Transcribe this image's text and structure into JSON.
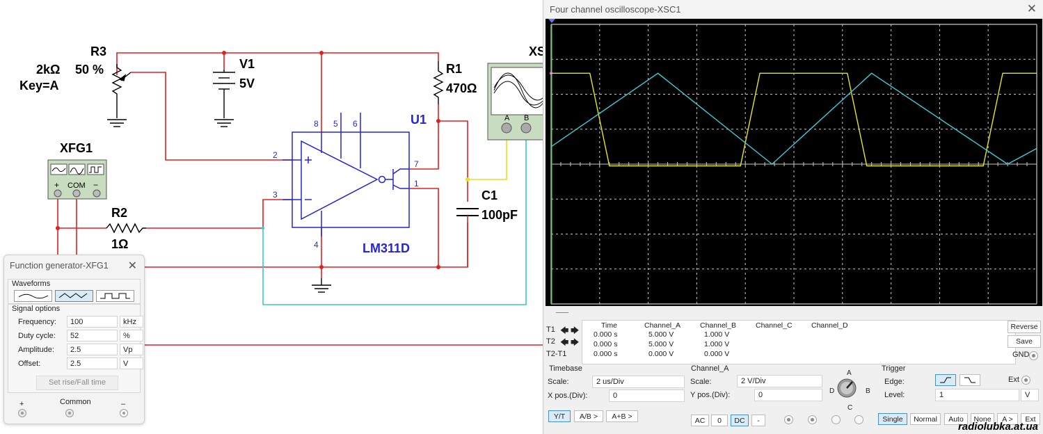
{
  "schematic": {
    "r3": {
      "ref": "R3",
      "value": "2kΩ",
      "setting": "50 %",
      "key": "Key=A"
    },
    "v1": {
      "ref": "V1",
      "value": "5V"
    },
    "r1": {
      "ref": "R1",
      "value": "470Ω"
    },
    "u1": {
      "ref": "U1",
      "part": "LM311D",
      "pins": [
        "8",
        "5",
        "6",
        "2",
        "3",
        "7",
        "1",
        "4"
      ]
    },
    "c1": {
      "ref": "C1",
      "value": "100pF"
    },
    "r2": {
      "ref": "R2",
      "value": "1Ω"
    },
    "xfg1": {
      "ref": "XFG1",
      "plus": "+",
      "com": "COM",
      "minus": "−"
    },
    "xsc1": {
      "ref": "XS",
      "a": "A",
      "b": "B"
    }
  },
  "function_generator": {
    "title": "Function generator-XFG1",
    "close": "✕",
    "waveforms_label": "Waveforms",
    "selected_waveform": "triangle",
    "signal_options_label": "Signal options",
    "rows": [
      {
        "label": "Frequency:",
        "value": "100",
        "unit": "kHz"
      },
      {
        "label": "Duty cycle:",
        "value": "52",
        "unit": "%"
      },
      {
        "label": "Amplitude:",
        "value": "2.5",
        "unit": "Vp"
      },
      {
        "label": "Offset:",
        "value": "2.5",
        "unit": "V"
      }
    ],
    "rise_fall_button": "Set rise/Fall time",
    "terminals": {
      "plus": "+",
      "common": "Common",
      "minus": "–"
    }
  },
  "oscilloscope": {
    "title": "Four channel oscilloscope-XSC1",
    "close": "✕",
    "cursor_rows": [
      "T1",
      "T2",
      "T2-T1"
    ],
    "readout_headers": [
      "Time",
      "Channel_A",
      "Channel_B",
      "Channel_C",
      "Channel_D"
    ],
    "readout_rows": [
      [
        "0.000 s",
        "5.000 V",
        "1.000 V",
        "",
        ""
      ],
      [
        "0.000 s",
        "5.000 V",
        "1.000 V",
        "",
        ""
      ],
      [
        "0.000 s",
        "0.000 V",
        "0.000 V",
        "",
        ""
      ]
    ],
    "reverse_button": "Reverse",
    "save_button": "Save",
    "gnd_label": "GND",
    "timebase": {
      "title": "Timebase",
      "scale_label": "Scale:",
      "scale_value": "2 us/Div",
      "xpos_label": "X pos.(Div):",
      "xpos_value": "0",
      "modes": [
        "Y/T",
        "A/B >",
        "A+B >"
      ],
      "selected_mode": "Y/T"
    },
    "channel": {
      "title": "Channel_A",
      "scale_label": "Scale:",
      "scale_value": "2  V/Div",
      "ypos_label": "Y pos.(Div):",
      "ypos_value": "0",
      "coupling": [
        "AC",
        "0",
        "DC",
        "-"
      ],
      "selected_coupling": "DC",
      "knob_labels": {
        "a": "A",
        "b": "B",
        "c": "C",
        "d": "D"
      }
    },
    "trigger": {
      "title": "Trigger",
      "edge_label": "Edge:",
      "level_label": "Level:",
      "level_value": "1",
      "level_unit": "V",
      "ext_label": "Ext",
      "modes": [
        "Single",
        "Normal",
        "Auto",
        "None",
        "A >",
        "Ext"
      ],
      "selected_mode": "Single"
    },
    "trace_colors": {
      "channel_a": "#e6e61e",
      "channel_b": "#3fc9d6",
      "grid": "#c8c8c8"
    },
    "chart_data": {
      "type": "line",
      "title": "",
      "xlabel": "",
      "ylabel": "",
      "x_divisions": 10,
      "y_divisions": 8,
      "grid": true,
      "series": [
        {
          "values_x_div": [
            0,
            0.8,
            1.2,
            3.9,
            4.3,
            6.1,
            6.5,
            8.9,
            9.3,
            10
          ],
          "values_y_div": [
            2.6,
            2.6,
            -0.05,
            -0.05,
            2.6,
            2.6,
            -0.05,
            -0.05,
            2.6,
            2.6
          ]
        },
        {
          "values_x_div": [
            0,
            2.2,
            4.55,
            6.6,
            9.4,
            10
          ],
          "values_y_div": [
            0.5,
            2.6,
            0,
            2.6,
            0,
            0.45
          ]
        }
      ]
    },
    "watermark": "radiolubka.at.ua"
  }
}
